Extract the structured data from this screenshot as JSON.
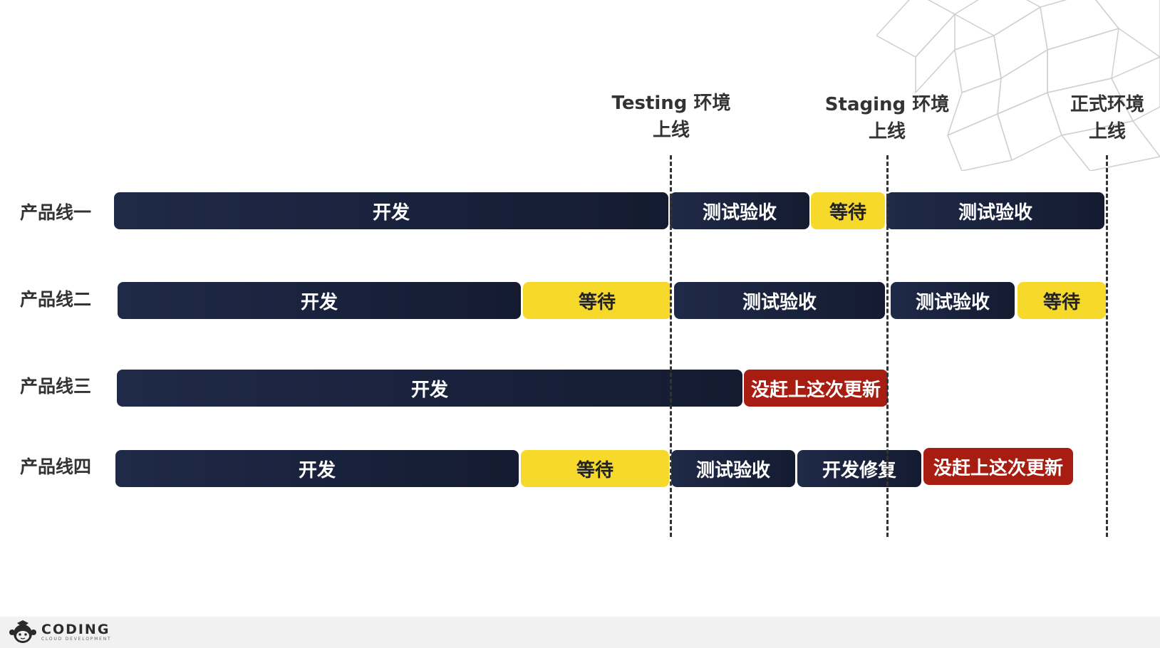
{
  "milestones": [
    {
      "line1": "Testing 环境",
      "line2": "上线"
    },
    {
      "line1": "Staging 环境",
      "line2": "上线"
    },
    {
      "line1": "正式环境",
      "line2": "上线"
    }
  ],
  "rows": [
    {
      "label": "产品线一",
      "segments": [
        {
          "text": "开发",
          "type": "dev"
        },
        {
          "text": "测试验收",
          "type": "dev"
        },
        {
          "text": "等待",
          "type": "wait"
        },
        {
          "text": "测试验收",
          "type": "dev"
        }
      ]
    },
    {
      "label": "产品线二",
      "segments": [
        {
          "text": "开发",
          "type": "dev"
        },
        {
          "text": "等待",
          "type": "wait"
        },
        {
          "text": "测试验收",
          "type": "dev"
        },
        {
          "text": "测试验收",
          "type": "dev"
        },
        {
          "text": "等待",
          "type": "wait"
        }
      ]
    },
    {
      "label": "产品线三",
      "segments": [
        {
          "text": "开发",
          "type": "dev"
        },
        {
          "text": "没赶上这次更新",
          "type": "miss"
        }
      ]
    },
    {
      "label": "产品线四",
      "segments": [
        {
          "text": "开发",
          "type": "dev"
        },
        {
          "text": "等待",
          "type": "wait"
        },
        {
          "text": "测试验收",
          "type": "dev"
        },
        {
          "text": "开发修复",
          "type": "dev"
        },
        {
          "text": "没赶上这次更新",
          "type": "miss"
        }
      ]
    }
  ],
  "colors": {
    "dev": "#1b2440",
    "wait": "#f7d92c",
    "miss": "#a81d12",
    "milestone_line": "#333333"
  },
  "footer": {
    "logo_text": "CODING",
    "logo_subtext": "CLOUD DEVELOPMENT"
  }
}
